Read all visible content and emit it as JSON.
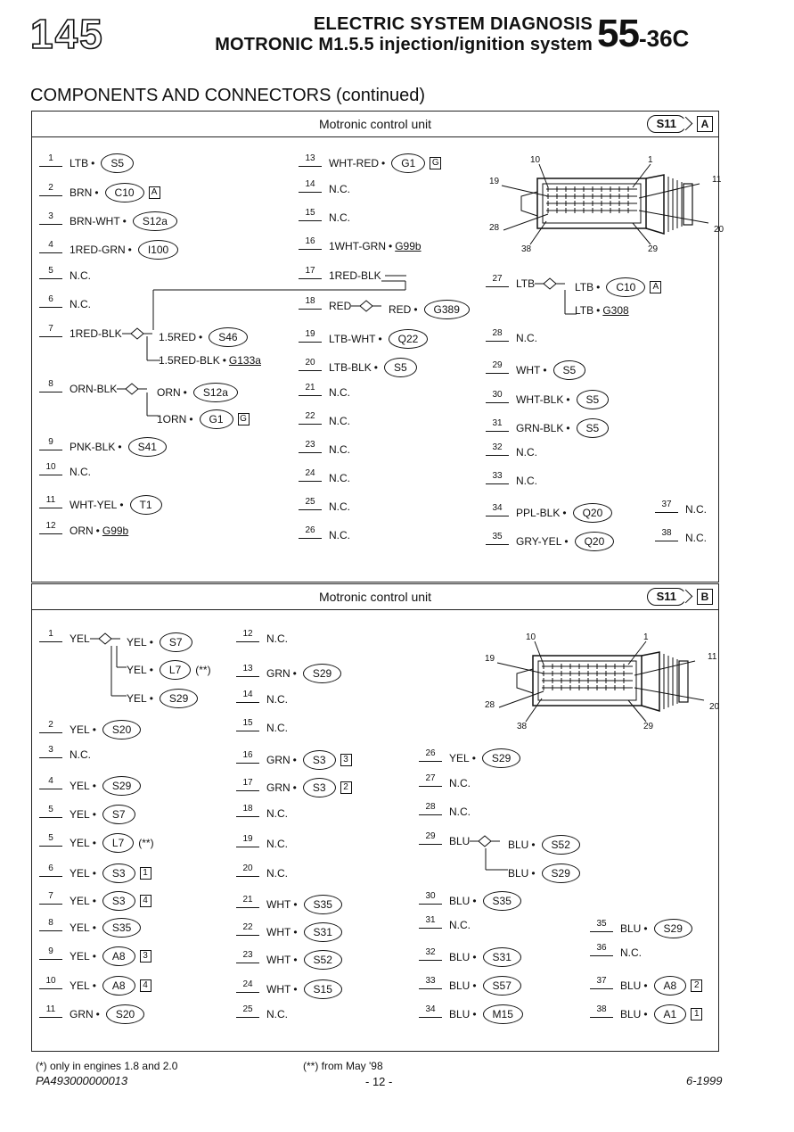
{
  "header": {
    "logo": "145",
    "title_line1": "ELECTRIC SYSTEM DIAGNOSIS",
    "title_line2": "MOTRONIC M1.5.5 injection/ignition system",
    "section_main": "55",
    "section_sub": "-36C"
  },
  "heading": "COMPONENTS AND CONNECTORS (continued)",
  "panelA": {
    "title": "Motronic control unit",
    "tag": "S11",
    "tag_letter": "A",
    "connector_labels": [
      "10",
      "1",
      "19",
      "11",
      "28",
      "20",
      "38",
      "29"
    ],
    "pins": [
      {
        "n": "1",
        "t": "LTB",
        "c": "S5"
      },
      {
        "n": "2",
        "t": "BRN",
        "c": "C10",
        "s": "A"
      },
      {
        "n": "3",
        "t": "BRN-WHT",
        "c": "S12a"
      },
      {
        "n": "4",
        "t": "1RED-GRN",
        "c": "I100"
      },
      {
        "n": "5",
        "t": "N.C."
      },
      {
        "n": "6",
        "t": "N.C."
      },
      {
        "n": "7",
        "t": "1RED-BLK"
      },
      {
        "t": "1.5RED",
        "c": "S46"
      },
      {
        "t": "1.5RED-BLK",
        "u": "G133a"
      },
      {
        "n": "8",
        "t": "ORN-BLK"
      },
      {
        "t": "ORN",
        "c": "S12a"
      },
      {
        "t": "1ORN",
        "c": "G1",
        "s": "G"
      },
      {
        "n": "9",
        "t": "PNK-BLK",
        "c": "S41"
      },
      {
        "n": "10",
        "t": "N.C."
      },
      {
        "n": "11",
        "t": "WHT-YEL",
        "c": "T1"
      },
      {
        "n": "12",
        "t": "ORN",
        "u": "G99b"
      },
      {
        "n": "13",
        "t": "WHT-RED",
        "c": "G1",
        "s": "G"
      },
      {
        "n": "14",
        "t": "N.C."
      },
      {
        "n": "15",
        "t": "N.C."
      },
      {
        "n": "16",
        "t": "1WHT-GRN",
        "u": "G99b"
      },
      {
        "n": "17",
        "t": "1RED-BLK"
      },
      {
        "n": "18",
        "t": "RED"
      },
      {
        "t": "RED",
        "c": "G389"
      },
      {
        "n": "19",
        "t": "LTB-WHT",
        "c": "Q22"
      },
      {
        "n": "20",
        "t": "LTB-BLK",
        "c": "S5"
      },
      {
        "n": "21",
        "t": "N.C."
      },
      {
        "n": "22",
        "t": "N.C."
      },
      {
        "n": "23",
        "t": "N.C."
      },
      {
        "n": "24",
        "t": "N.C."
      },
      {
        "n": "25",
        "t": "N.C."
      },
      {
        "n": "26",
        "t": "N.C."
      },
      {
        "n": "27",
        "t": "LTB"
      },
      {
        "t": "LTB",
        "c": "C10",
        "s": "A"
      },
      {
        "t": "LTB",
        "u": "G308"
      },
      {
        "n": "28",
        "t": "N.C."
      },
      {
        "n": "29",
        "t": "WHT",
        "c": "S5"
      },
      {
        "n": "30",
        "t": "WHT-BLK",
        "c": "S5"
      },
      {
        "n": "31",
        "t": "GRN-BLK",
        "c": "S5"
      },
      {
        "n": "32",
        "t": "N.C."
      },
      {
        "n": "33",
        "t": "N.C."
      },
      {
        "n": "34",
        "t": "PPL-BLK",
        "c": "Q20"
      },
      {
        "n": "35",
        "t": "GRY-YEL",
        "c": "Q20"
      },
      {
        "n": "37",
        "t": "N.C."
      },
      {
        "n": "38",
        "t": "N.C."
      }
    ]
  },
  "panelB": {
    "title": "Motronic control unit",
    "tag": "S11",
    "tag_letter": "B",
    "connector_labels": [
      "10",
      "1",
      "19",
      "11",
      "28",
      "20",
      "38",
      "29"
    ],
    "pins": [
      {
        "n": "1",
        "t": "YEL"
      },
      {
        "t": "YEL",
        "c": "S7"
      },
      {
        "t": "YEL",
        "c": "L7",
        "x": "(**)"
      },
      {
        "t": "YEL",
        "c": "S29"
      },
      {
        "n": "2",
        "t": "YEL",
        "c": "S20"
      },
      {
        "n": "3",
        "t": "N.C."
      },
      {
        "n": "4",
        "t": "YEL",
        "c": "S29"
      },
      {
        "n": "5",
        "t": "YEL",
        "c": "S7"
      },
      {
        "n": "5",
        "t": "YEL",
        "c": "L7",
        "x": "(**)"
      },
      {
        "n": "6",
        "t": "YEL",
        "c": "S3",
        "s": "1"
      },
      {
        "n": "7",
        "t": "YEL",
        "c": "S3",
        "s": "4"
      },
      {
        "n": "8",
        "t": "YEL",
        "c": "S35"
      },
      {
        "n": "9",
        "t": "YEL",
        "c": "A8",
        "s": "3"
      },
      {
        "n": "10",
        "t": "YEL",
        "c": "A8",
        "s": "4"
      },
      {
        "n": "11",
        "t": "GRN",
        "c": "S20"
      },
      {
        "n": "12",
        "t": "N.C."
      },
      {
        "n": "13",
        "t": "GRN",
        "c": "S29"
      },
      {
        "n": "14",
        "t": "N.C."
      },
      {
        "n": "15",
        "t": "N.C."
      },
      {
        "n": "16",
        "t": "GRN",
        "c": "S3",
        "s": "3"
      },
      {
        "n": "17",
        "t": "GRN",
        "c": "S3",
        "s": "2"
      },
      {
        "n": "18",
        "t": "N.C."
      },
      {
        "n": "19",
        "t": "N.C."
      },
      {
        "n": "20",
        "t": "N.C."
      },
      {
        "n": "21",
        "t": "WHT",
        "c": "S35"
      },
      {
        "n": "22",
        "t": "WHT",
        "c": "S31"
      },
      {
        "n": "23",
        "t": "WHT",
        "c": "S52"
      },
      {
        "n": "24",
        "t": "WHT",
        "c": "S15"
      },
      {
        "n": "25",
        "t": "N.C."
      },
      {
        "n": "26",
        "t": "YEL",
        "c": "S29"
      },
      {
        "n": "27",
        "t": "N.C."
      },
      {
        "n": "28",
        "t": "N.C."
      },
      {
        "n": "29",
        "t": "BLU"
      },
      {
        "t": "BLU",
        "c": "S52"
      },
      {
        "t": "BLU",
        "c": "S29"
      },
      {
        "n": "30",
        "t": "BLU",
        "c": "S35"
      },
      {
        "n": "31",
        "t": "N.C."
      },
      {
        "n": "32",
        "t": "BLU",
        "c": "S31"
      },
      {
        "n": "33",
        "t": "BLU",
        "c": "S57"
      },
      {
        "n": "34",
        "t": "BLU",
        "c": "M15"
      },
      {
        "n": "35",
        "t": "BLU",
        "c": "S29"
      },
      {
        "n": "36",
        "t": "N.C."
      },
      {
        "n": "37",
        "t": "BLU",
        "c": "A8",
        "s": "2"
      },
      {
        "n": "38",
        "t": "BLU",
        "c": "A1",
        "s": "1"
      }
    ]
  },
  "footer": {
    "note1": "(*) only in engines 1.8 and 2.0",
    "note2": "(**) from May '98",
    "code": "PA493000000013",
    "page": "- 12 -",
    "date": "6-1999"
  }
}
